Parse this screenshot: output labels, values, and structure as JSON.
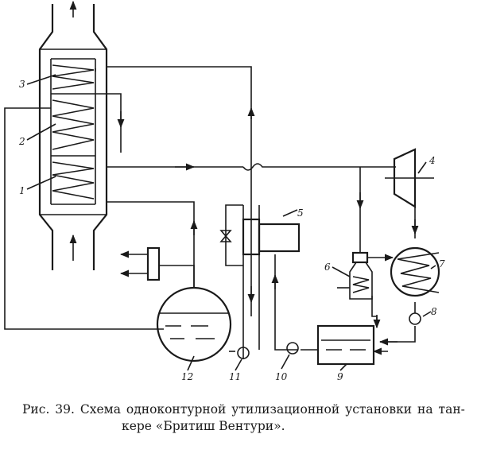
{
  "labels": {
    "n1": "1",
    "n2": "2",
    "n3": "3",
    "n4": "4",
    "n5": "5",
    "n6": "6",
    "n7": "7",
    "n8": "8",
    "n9": "9",
    "n10": "10",
    "n11": "11",
    "n12": "12"
  },
  "caption": {
    "line1": "Рис. 39. Схема одноконтурной утилизационной установки на тан-",
    "line2": "кере «Бритиш Вентури»."
  },
  "colors": {
    "ink": "#1a1a1a",
    "paper": "#ffffff"
  }
}
